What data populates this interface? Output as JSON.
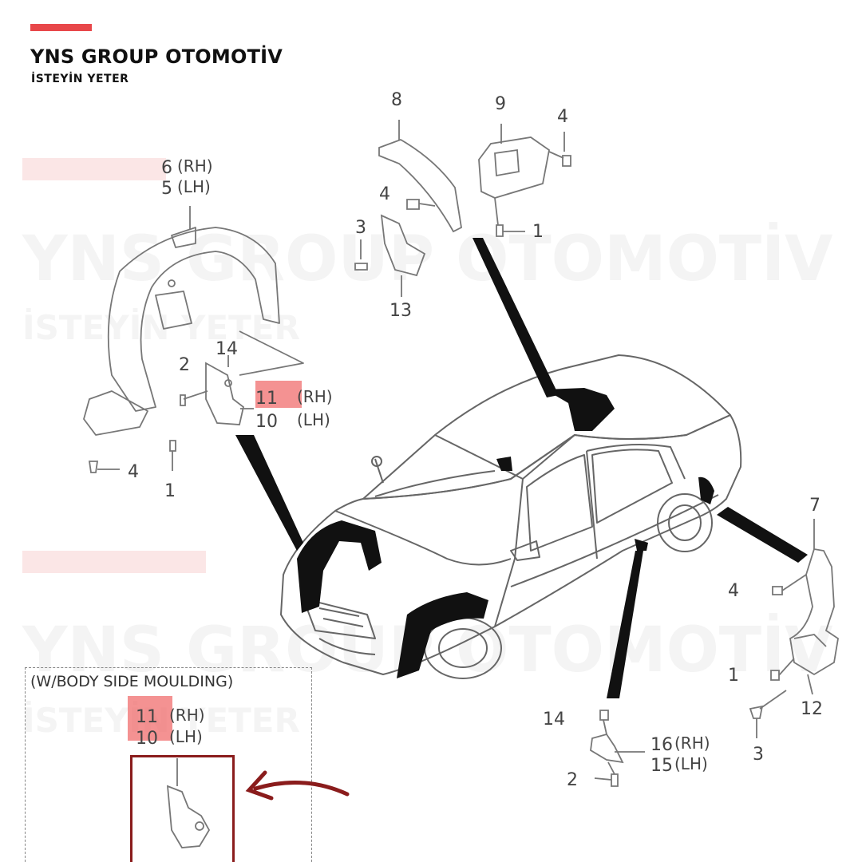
{
  "brand": {
    "title": "YNS GROUP OTOMOTİV",
    "subtitle": "İSTEYİN YETER",
    "accent_color": "#e8474a"
  },
  "watermark": {
    "line1": "YNS GROUP OTOMOTİV",
    "line2": "İSTEYİN YETER"
  },
  "callouts": {
    "c8": "8",
    "c9": "9",
    "c4_top": "4",
    "c4_mid": "4",
    "c1_top": "1",
    "c3_top": "3",
    "c13": "13",
    "c6": "6",
    "c6_side": "(RH)",
    "c5": "5",
    "c5_side": "(LH)",
    "c14_left": "14",
    "c2_left": "2",
    "c11": "11",
    "c11_side": "(RH)",
    "c10": "10",
    "c10_side": "(LH)",
    "c4_left": "4",
    "c1_left": "1",
    "c7": "7",
    "c4_right": "4",
    "c1_right": "1",
    "c12": "12",
    "c3_right": "3",
    "c14_bottom": "14",
    "c16": "16",
    "c16_side": "(RH)",
    "c15": "15",
    "c15_side": "(LH)",
    "c2_bottom": "2"
  },
  "note": {
    "title": "(W/BODY SIDE MOULDING)",
    "n11": "11",
    "n11_side": "(RH)",
    "n10": "10",
    "n10_side": "(LH)"
  },
  "colors": {
    "highlight": "#f06e6e",
    "inset_frame": "#8a1c1c",
    "arrow": "#8a1c1c",
    "line_art": "#555555"
  }
}
